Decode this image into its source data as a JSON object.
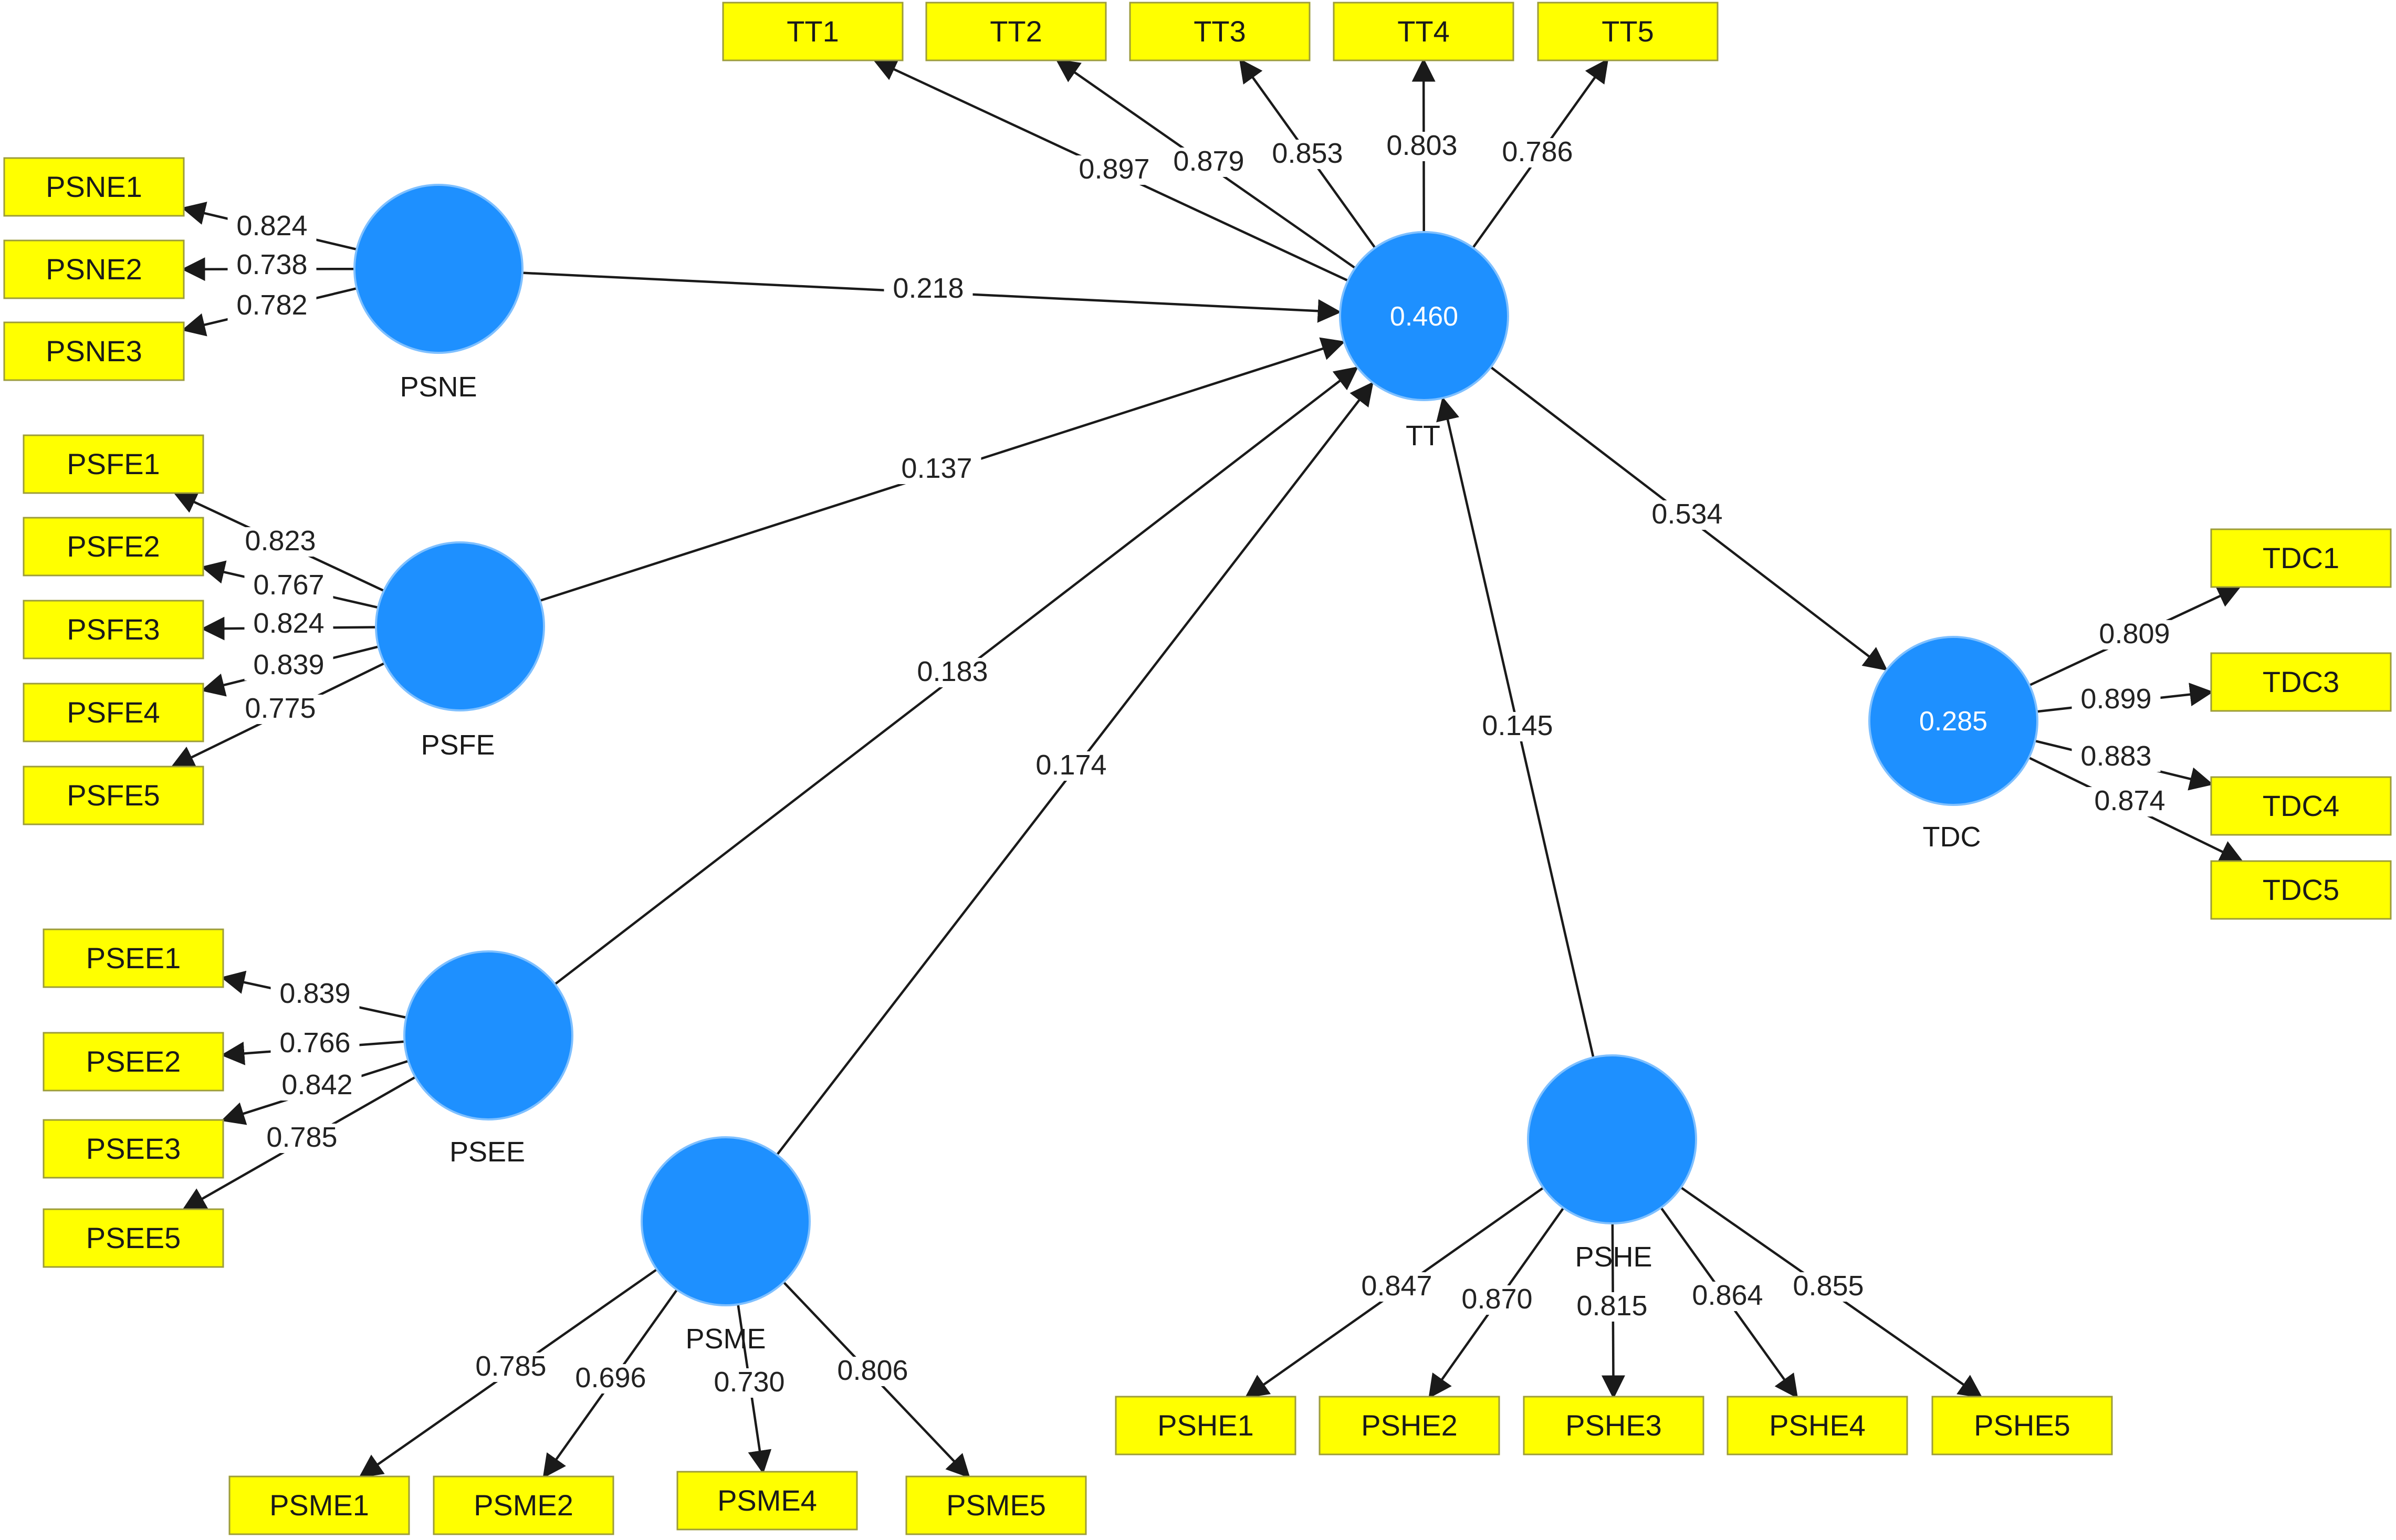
{
  "diagram": {
    "colors": {
      "construct_fill": "#1e90ff",
      "indicator_fill": "#ffff00",
      "edge": "#1a1a1a",
      "construct_value_text": "#ffffff"
    },
    "constructs": [
      {
        "id": "PSNE",
        "name": "PSNE",
        "value": ""
      },
      {
        "id": "PSFE",
        "name": "PSFE",
        "value": ""
      },
      {
        "id": "PSEE",
        "name": "PSEE",
        "value": ""
      },
      {
        "id": "PSME",
        "name": "PSME",
        "value": ""
      },
      {
        "id": "PSHE",
        "name": "PSHE",
        "value": ""
      },
      {
        "id": "TT",
        "name": "TT",
        "value": "0.460"
      },
      {
        "id": "TDC",
        "name": "TDC",
        "value": "0.285"
      }
    ],
    "indicators": [
      {
        "id": "TT1",
        "label": "TT1"
      },
      {
        "id": "TT2",
        "label": "TT2"
      },
      {
        "id": "TT3",
        "label": "TT3"
      },
      {
        "id": "TT4",
        "label": "TT4"
      },
      {
        "id": "TT5",
        "label": "TT5"
      },
      {
        "id": "PSNE1",
        "label": "PSNE1"
      },
      {
        "id": "PSNE2",
        "label": "PSNE2"
      },
      {
        "id": "PSNE3",
        "label": "PSNE3"
      },
      {
        "id": "PSFE1",
        "label": "PSFE1"
      },
      {
        "id": "PSFE2",
        "label": "PSFE2"
      },
      {
        "id": "PSFE3",
        "label": "PSFE3"
      },
      {
        "id": "PSFE4",
        "label": "PSFE4"
      },
      {
        "id": "PSFE5",
        "label": "PSFE5"
      },
      {
        "id": "PSEE1",
        "label": "PSEE1"
      },
      {
        "id": "PSEE2",
        "label": "PSEE2"
      },
      {
        "id": "PSEE3",
        "label": "PSEE3"
      },
      {
        "id": "PSEE5",
        "label": "PSEE5"
      },
      {
        "id": "PSME1",
        "label": "PSME1"
      },
      {
        "id": "PSME2",
        "label": "PSME2"
      },
      {
        "id": "PSME4",
        "label": "PSME4"
      },
      {
        "id": "PSME5",
        "label": "PSME5"
      },
      {
        "id": "PSHE1",
        "label": "PSHE1"
      },
      {
        "id": "PSHE2",
        "label": "PSHE2"
      },
      {
        "id": "PSHE3",
        "label": "PSHE3"
      },
      {
        "id": "PSHE4",
        "label": "PSHE4"
      },
      {
        "id": "PSHE5",
        "label": "PSHE5"
      },
      {
        "id": "TDC1",
        "label": "TDC1"
      },
      {
        "id": "TDC3",
        "label": "TDC3"
      },
      {
        "id": "TDC4",
        "label": "TDC4"
      },
      {
        "id": "TDC5",
        "label": "TDC5"
      }
    ],
    "paths": [
      {
        "from": "PSNE",
        "to": "TT",
        "value": "0.218"
      },
      {
        "from": "PSFE",
        "to": "TT",
        "value": "0.137"
      },
      {
        "from": "PSEE",
        "to": "TT",
        "value": "0.183"
      },
      {
        "from": "PSME",
        "to": "TT",
        "value": "0.174"
      },
      {
        "from": "PSHE",
        "to": "TT",
        "value": "0.145"
      },
      {
        "from": "TT",
        "to": "TDC",
        "value": "0.534"
      }
    ],
    "loadings": [
      {
        "from": "TT",
        "to": "TT1",
        "value": "0.897"
      },
      {
        "from": "TT",
        "to": "TT2",
        "value": "0.879"
      },
      {
        "from": "TT",
        "to": "TT3",
        "value": "0.853"
      },
      {
        "from": "TT",
        "to": "TT4",
        "value": "0.803"
      },
      {
        "from": "TT",
        "to": "TT5",
        "value": "0.786"
      },
      {
        "from": "PSNE",
        "to": "PSNE1",
        "value": "0.824"
      },
      {
        "from": "PSNE",
        "to": "PSNE2",
        "value": "0.738"
      },
      {
        "from": "PSNE",
        "to": "PSNE3",
        "value": "0.782"
      },
      {
        "from": "PSFE",
        "to": "PSFE1",
        "value": "0.823"
      },
      {
        "from": "PSFE",
        "to": "PSFE2",
        "value": "0.767"
      },
      {
        "from": "PSFE",
        "to": "PSFE3",
        "value": "0.824"
      },
      {
        "from": "PSFE",
        "to": "PSFE4",
        "value": "0.839"
      },
      {
        "from": "PSFE",
        "to": "PSFE5",
        "value": "0.775"
      },
      {
        "from": "PSEE",
        "to": "PSEE1",
        "value": "0.839"
      },
      {
        "from": "PSEE",
        "to": "PSEE2",
        "value": "0.766"
      },
      {
        "from": "PSEE",
        "to": "PSEE3",
        "value": "0.842"
      },
      {
        "from": "PSEE",
        "to": "PSEE5",
        "value": "0.785"
      },
      {
        "from": "PSME",
        "to": "PSME1",
        "value": "0.785"
      },
      {
        "from": "PSME",
        "to": "PSME2",
        "value": "0.696"
      },
      {
        "from": "PSME",
        "to": "PSME4",
        "value": "0.730"
      },
      {
        "from": "PSME",
        "to": "PSME5",
        "value": "0.806"
      },
      {
        "from": "PSHE",
        "to": "PSHE1",
        "value": "0.847"
      },
      {
        "from": "PSHE",
        "to": "PSHE2",
        "value": "0.870"
      },
      {
        "from": "PSHE",
        "to": "PSHE3",
        "value": "0.815"
      },
      {
        "from": "PSHE",
        "to": "PSHE4",
        "value": "0.864"
      },
      {
        "from": "PSHE",
        "to": "PSHE5",
        "value": "0.855"
      },
      {
        "from": "TDC",
        "to": "TDC1",
        "value": "0.809"
      },
      {
        "from": "TDC",
        "to": "TDC3",
        "value": "0.899"
      },
      {
        "from": "TDC",
        "to": "TDC4",
        "value": "0.883"
      },
      {
        "from": "TDC",
        "to": "TDC5",
        "value": "0.874"
      }
    ]
  }
}
